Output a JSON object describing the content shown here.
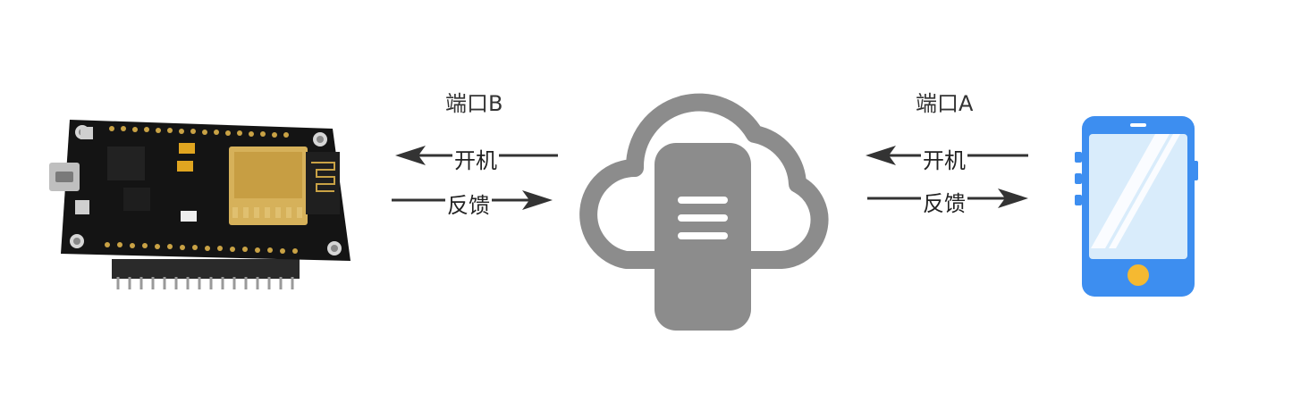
{
  "colors": {
    "arrow": "#333333",
    "cloud": "#8c8c8c",
    "phone_body": "#3d8ef0",
    "phone_screen": "#d9ecfb",
    "phone_button": "#f5b931",
    "board_pcb": "#141414"
  },
  "icons": {
    "board": "esp8266-nodemcu-board",
    "server": "cloud-server-icon",
    "phone": "smartphone-icon"
  },
  "left_link": {
    "port_label": "端口B",
    "upper_arrow_label": "开机",
    "lower_arrow_label": "反馈"
  },
  "right_link": {
    "port_label": "端口A",
    "upper_arrow_label": "开机",
    "lower_arrow_label": "反馈"
  }
}
